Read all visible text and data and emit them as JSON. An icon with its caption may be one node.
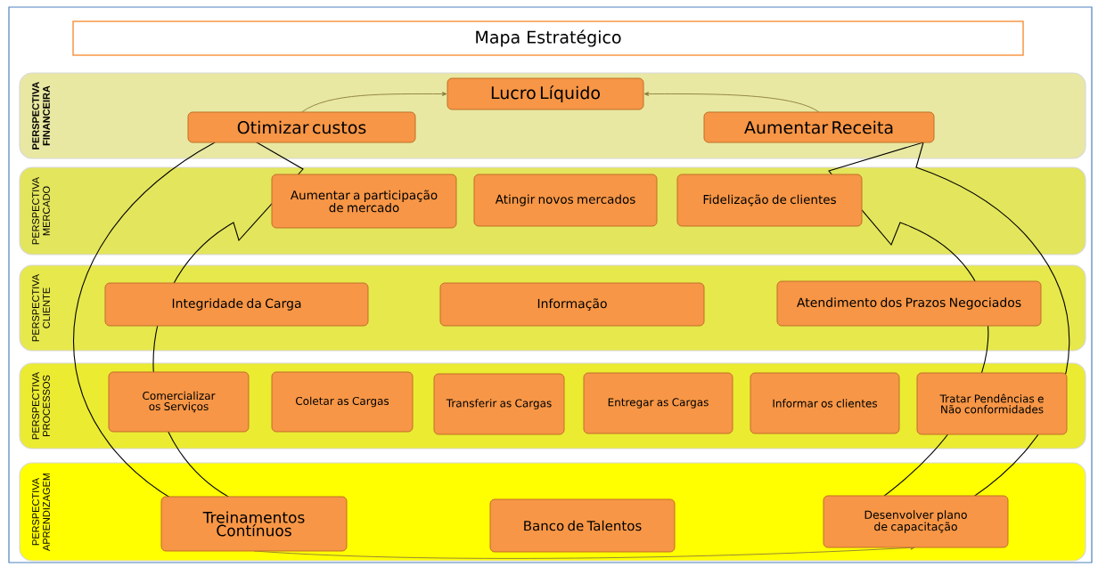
{
  "diagram": {
    "title": "Mapa Estratégico",
    "nodes": [
      {
        "text": [
          "PERSPECTIVA FINANCEIRA"
        ]
      },
      {
        "text": [
          "Lucro Líquido"
        ],
        "in": 0
      },
      {
        "text": [
          "Otimizar custos"
        ],
        "in": 0
      },
      {
        "text": [
          "Aumentar Receita"
        ],
        "in": 0
      },
      {
        "text": [
          "PERSPECTIVA MERCADO"
        ]
      },
      {
        "text": [
          "Aumentar a participação de mercado"
        ],
        "in": 4
      },
      {
        "text": [
          "Atingir novos mercados"
        ],
        "in": 4
      },
      {
        "text": [
          "Fidelização de clientes"
        ],
        "in": 4
      },
      {
        "text": [
          "PERSPECTIVA CLIENTE"
        ]
      },
      {
        "text": [
          "Integridade da Carga"
        ],
        "in": 8
      },
      {
        "text": [
          "Informação"
        ],
        "in": 8
      },
      {
        "text": [
          "Atendimento dos Prazos Negociados"
        ],
        "in": 8
      },
      {
        "text": [
          "PERSPECTIVA PROCESSOS"
        ]
      },
      {
        "text": [
          "Comercializar os Serviços"
        ],
        "in": 12
      },
      {
        "text": [
          "Coletar as Cargas"
        ],
        "in": 12
      },
      {
        "text": [
          "Transferir as Cargas"
        ],
        "in": 12
      },
      {
        "text": [
          "Entregar as Cargas"
        ],
        "in": 12
      },
      {
        "text": [
          "Informar os clientes"
        ],
        "in": 12
      },
      {
        "text": [
          "Tratar Pendências e Não conformidades"
        ],
        "in": 12
      },
      {
        "text": [
          "PERSPECTIVA APRENDIZAGEM"
        ]
      },
      {
        "text": [
          "Treinamentos Contínuos"
        ],
        "in": 19
      },
      {
        "text": [
          "Banco de Talentos"
        ],
        "in": 19
      },
      {
        "text": [
          "Desenvolver plano de capacitação"
        ],
        "in": 19
      }
    ],
    "edges": [
      {
        "from": 2,
        "to": 1,
        "arrow": "to"
      },
      {
        "from": 3,
        "to": 1,
        "arrow": "to"
      },
      {
        "from": 20,
        "to": 22,
        "arrow": "to"
      },
      {
        "from": 20,
        "to": 2,
        "arrow": "to",
        "style": "thick",
        "color": "#000000"
      },
      {
        "from": 22,
        "to": 3,
        "arrow": "to",
        "style": "thick",
        "color": "#000000"
      }
    ]
  }
}
